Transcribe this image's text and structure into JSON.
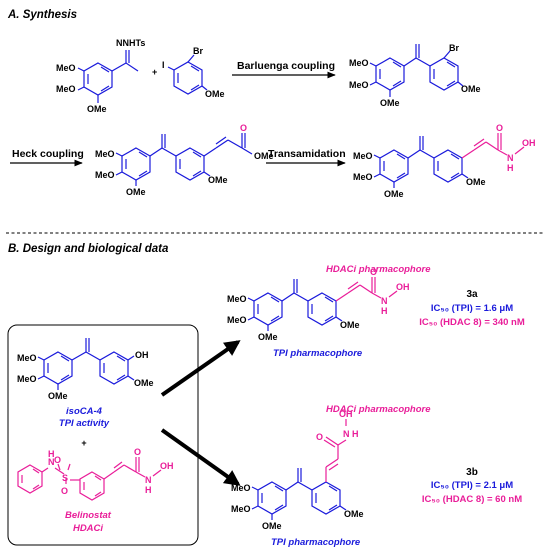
{
  "sections": {
    "a_title": "A. Synthesis",
    "b_title": "B. Design and biological data"
  },
  "arrows": {
    "barluenga": "Barluenga coupling",
    "heck": "Heck coupling",
    "transamidation": "Transamidation"
  },
  "atoms": {
    "meo": "MeO",
    "ome": "OMe",
    "nnhts": "NNHTs",
    "plus": "+",
    "i": "I",
    "br": "Br",
    "o": "O",
    "oh": "OH",
    "n": "N",
    "h": "H",
    "s": "S"
  },
  "labels": {
    "hdaci_pharmacophore": "HDACi pharmacophore",
    "tpi_pharmacophore": "TPI pharmacophore",
    "isoca4": "isoCA-4",
    "tpi_activity": "TPI activity",
    "belinostat": "Belinostat",
    "hdaci": "HDACi"
  },
  "compounds": {
    "c3a": {
      "id": "3a",
      "ic50_tpi": "IC₅₀ (TPI) = 1.6 μM",
      "ic50_hdac": "IC₅₀ (HDAC 8) = 340 nM"
    },
    "c3b": {
      "id": "3b",
      "ic50_tpi": "IC₅₀ (TPI) = 2.1 μM",
      "ic50_hdac": "IC₅₀ (HDAC 8) = 60 nM"
    }
  },
  "colors": {
    "blue": "#1a1adb",
    "magenta": "#e91e99",
    "black": "#000000"
  }
}
